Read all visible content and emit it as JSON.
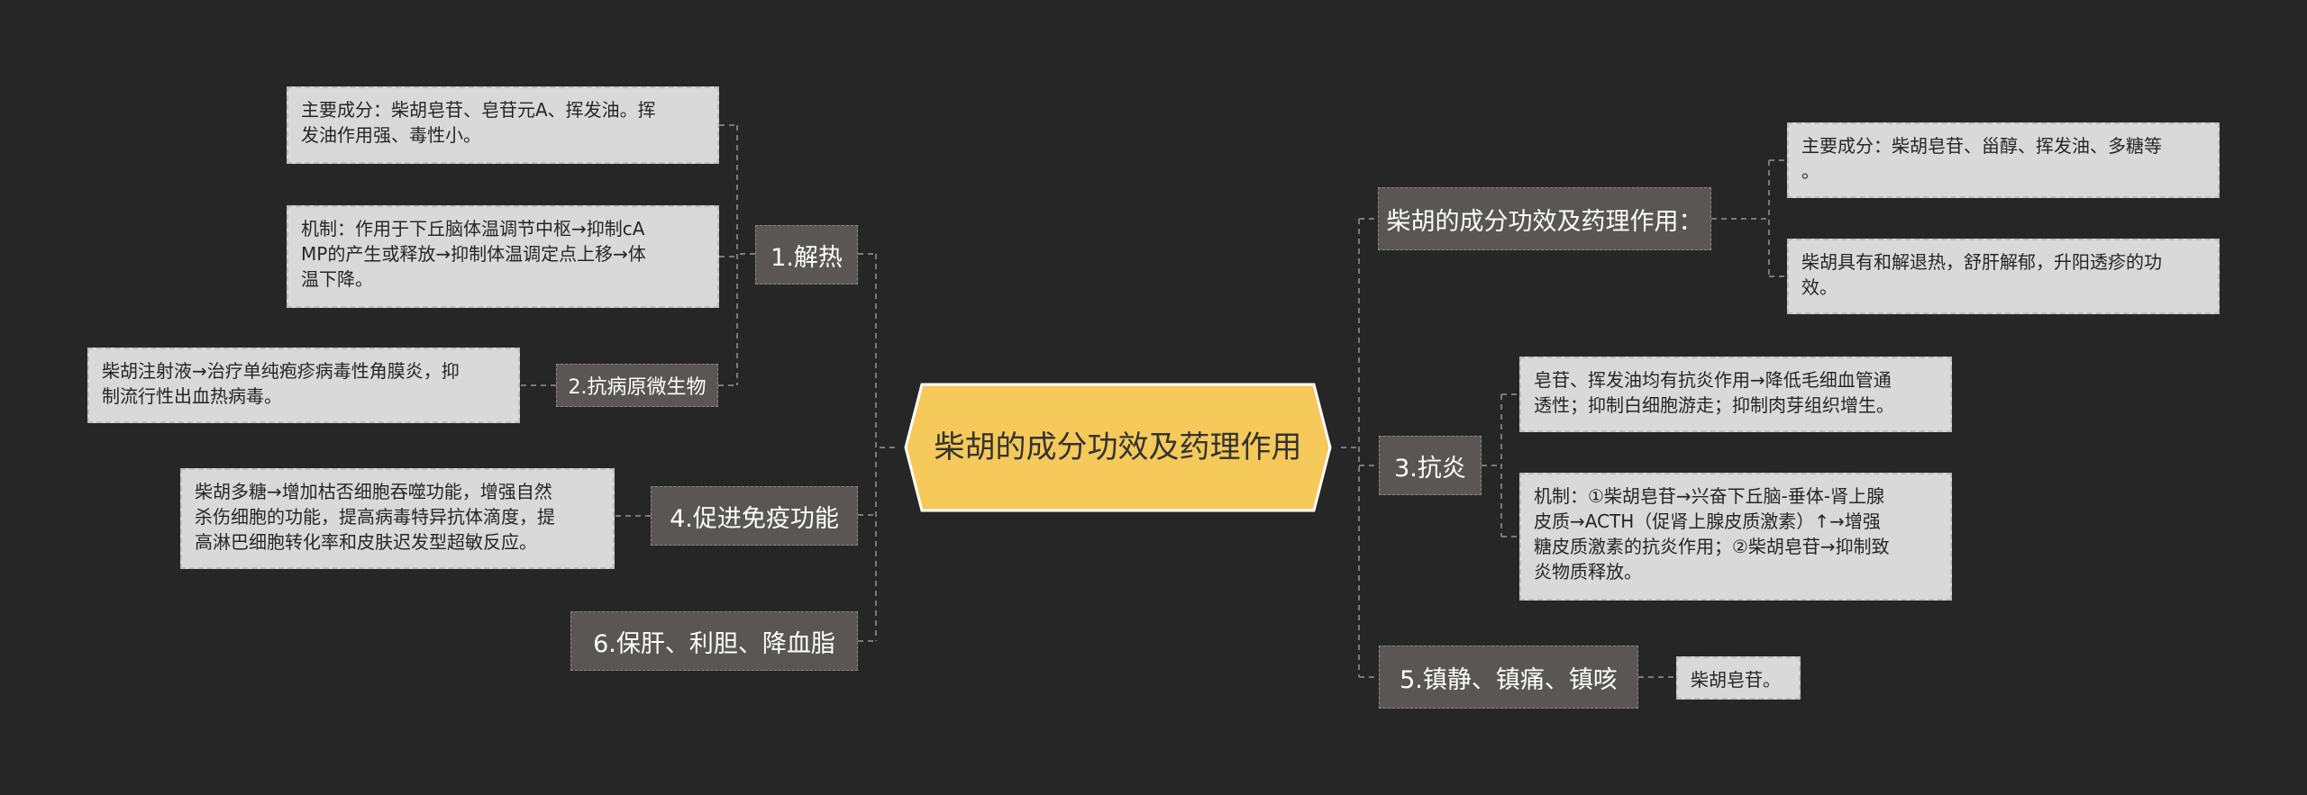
{
  "root": {
    "title": "柴胡的成分功效及药理作用"
  },
  "left_branches": [
    {
      "label": "1.解热",
      "leaves": [
        "主要成分：柴胡皂苷、皂苷元A、挥发油。挥\n发油作用强、毒性小。",
        "机制：作用于下丘脑体温调节中枢→抑制cA\nMP的产生或释放→抑制体温调定点上移→体\n温下降。"
      ]
    },
    {
      "label": "2.抗病原微生物",
      "leaves": [
        "柴胡注射液→治疗单纯疱疹病毒性角膜炎，抑\n制流行性出血热病毒。"
      ]
    },
    {
      "label": "4.促进免疫功能",
      "leaves": [
        "柴胡多糖→增加枯否细胞吞噬功能，增强自然\n杀伤细胞的功能，提高病毒特异抗体滴度，提\n高淋巴细胞转化率和皮肤迟发型超敏反应。"
      ]
    },
    {
      "label": "6.保肝、利胆、降血脂",
      "leaves": []
    }
  ],
  "right_branches": [
    {
      "label": "柴胡的成分功效及药理作用：",
      "leaves": [
        "主要成分：柴胡皂苷、甾醇、挥发油、多糖等\n。",
        "柴胡具有和解退热，舒肝解郁，升阳透疹的功\n效。"
      ]
    },
    {
      "label": "3.抗炎",
      "leaves": [
        "皂苷、挥发油均有抗炎作用→降低毛细血管通\n透性；抑制白细胞游走；抑制肉芽组织增生。",
        "机制：①柴胡皂苷→兴奋下丘脑-垂体-肾上腺\n皮质→ACTH（促肾上腺皮质激素）↑→增强\n糖皮质激素的抗炎作用；②柴胡皂苷→抑制致\n炎物质释放。"
      ]
    },
    {
      "label": "5.镇静、镇痛、镇咳",
      "leaves": [
        "柴胡皂苷。"
      ]
    }
  ],
  "colors": {
    "background": "#262626",
    "root_fill": "#f5c95a",
    "branch_fill": "#5a5655",
    "leaf_fill": "#d9d9d9",
    "connector": "#7a7a7a"
  }
}
